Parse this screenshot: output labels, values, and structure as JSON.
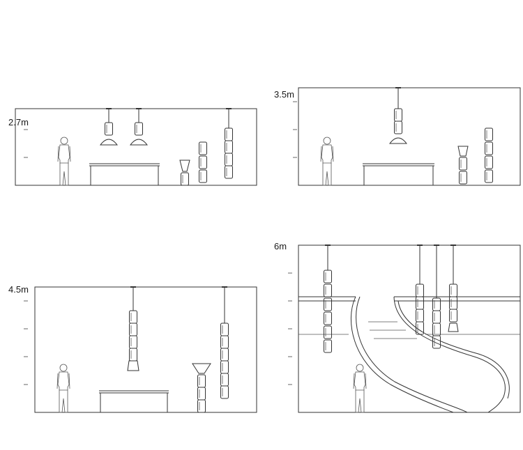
{
  "panels": [
    {
      "id": "p1",
      "height_label": "2.7m"
    },
    {
      "id": "p2",
      "height_label": "3.5m"
    },
    {
      "id": "p3",
      "height_label": "4.5m"
    },
    {
      "id": "p4",
      "height_label": "6m"
    }
  ],
  "colors": {
    "line": "#333333",
    "background": "#ffffff"
  }
}
